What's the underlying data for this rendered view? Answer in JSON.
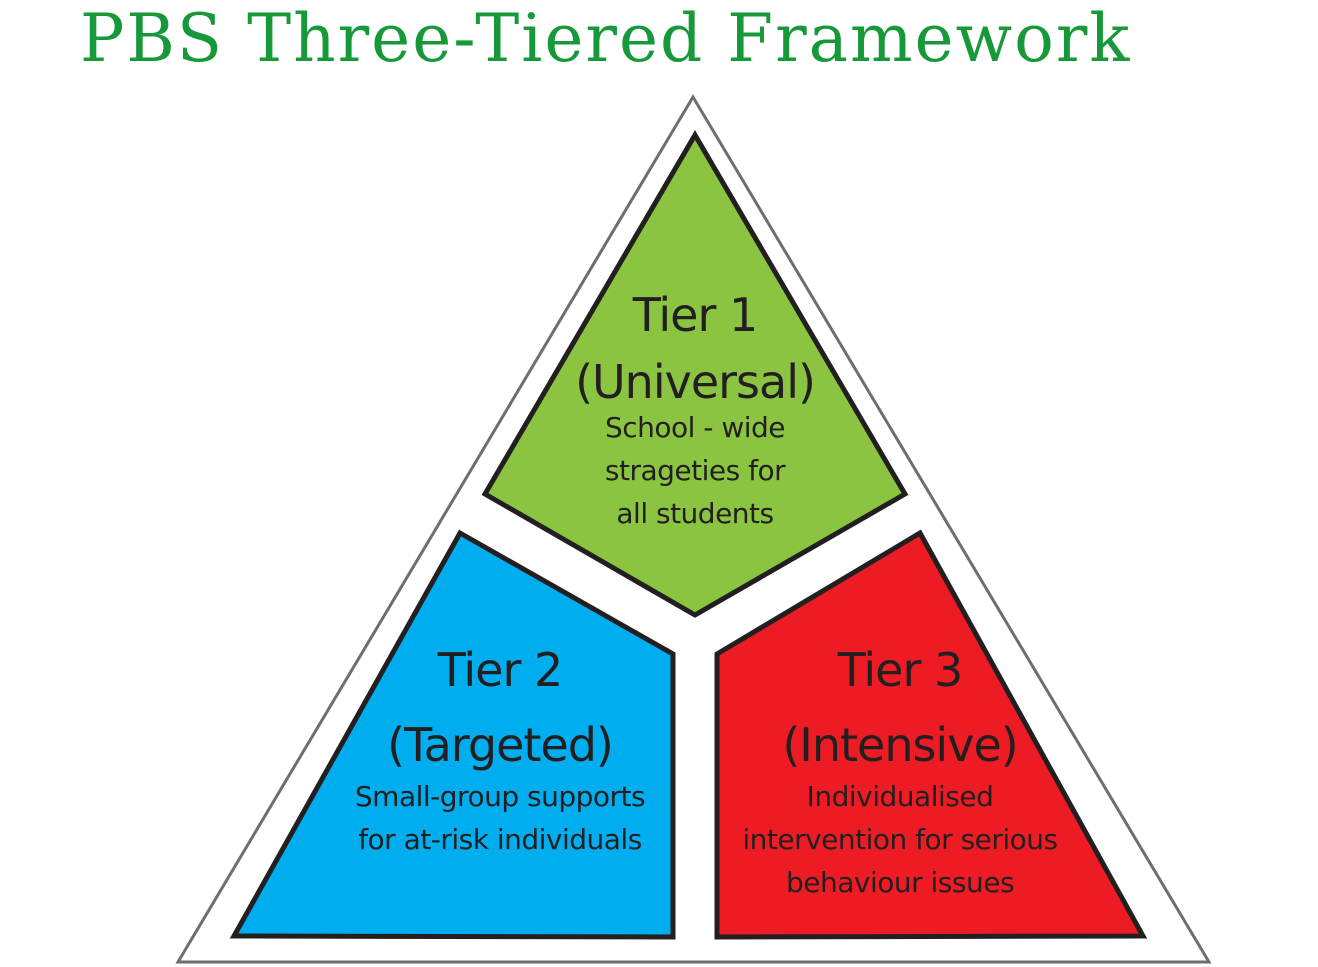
{
  "title": "PBS Three-Tiered Framework",
  "colors": {
    "title": "#17993a",
    "tier1": "#8bc441",
    "tier2": "#00adee",
    "tier3": "#ed1c24",
    "outline": "#231f20",
    "outer": "#6d6e70"
  },
  "tiers": [
    {
      "name": "Tier 1",
      "level": "(Universal)",
      "desc": [
        "School - wide",
        "strageties for",
        "all students"
      ]
    },
    {
      "name": "Tier 2",
      "level": "(Targeted)",
      "desc": [
        "Small-group supports",
        "for at-risk individuals"
      ]
    },
    {
      "name": "Tier 3",
      "level": "(Intensive)",
      "desc": [
        "Individualised",
        "intervention for serious",
        "behaviour issues"
      ]
    }
  ]
}
